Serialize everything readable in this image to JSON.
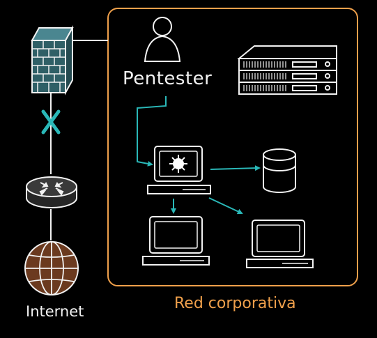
{
  "labels": {
    "pentester": "Pentester",
    "internet": "Internet",
    "corporate_network": "Red corporativa"
  },
  "nodes": [
    {
      "id": "firewall",
      "icon": "firewall-icon"
    },
    {
      "id": "router",
      "icon": "router-icon"
    },
    {
      "id": "internet",
      "icon": "globe-icon"
    },
    {
      "id": "pentester",
      "icon": "user-icon"
    },
    {
      "id": "server-rack",
      "icon": "server-rack-icon"
    },
    {
      "id": "infected-computer",
      "icon": "computer-virus-icon"
    },
    {
      "id": "database",
      "icon": "database-icon"
    },
    {
      "id": "computer-1",
      "icon": "computer-icon"
    },
    {
      "id": "computer-2",
      "icon": "computer-icon"
    }
  ],
  "edges": [
    {
      "from": "firewall",
      "to": "router",
      "status": "blocked",
      "marker": "x-icon"
    },
    {
      "from": "router",
      "to": "internet"
    },
    {
      "from": "firewall",
      "to": "corporate_network"
    },
    {
      "from": "pentester",
      "to": "infected-computer",
      "arrow": true
    },
    {
      "from": "infected-computer",
      "to": "database",
      "arrow": true
    },
    {
      "from": "infected-computer",
      "to": "computer-1",
      "arrow": true
    },
    {
      "from": "infected-computer",
      "to": "computer-2",
      "arrow": true
    }
  ],
  "colors": {
    "background": "#000000",
    "outline": "#f2f2f2",
    "network_border": "#f0a04b",
    "arrow": "#2ab8b8",
    "firewall": "#2f5f66",
    "router": "#3a3a3a",
    "globe": "#6b3a1f"
  }
}
